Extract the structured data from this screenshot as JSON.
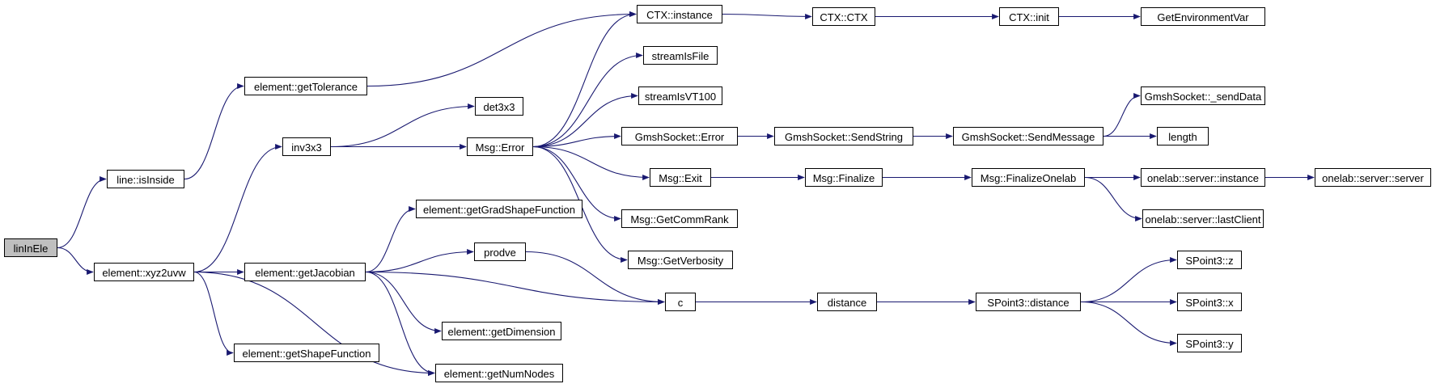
{
  "diagram": {
    "colors": {
      "edge": "#191970",
      "node_border": "#000000",
      "node_fill": "#ffffff",
      "root_fill": "#bfbfbf"
    },
    "nodes": [
      {
        "id": "linInEle",
        "label": "linInEle",
        "root": true
      },
      {
        "id": "isInside",
        "label": "line::isInside"
      },
      {
        "id": "xyz2uvw",
        "label": "element::xyz2uvw"
      },
      {
        "id": "getTolerance",
        "label": "element::getTolerance"
      },
      {
        "id": "inv3x3",
        "label": "inv3x3"
      },
      {
        "id": "getJacobian",
        "label": "element::getJacobian"
      },
      {
        "id": "getShapeFunction",
        "label": "element::getShapeFunction"
      },
      {
        "id": "getNumNodes",
        "label": "element::getNumNodes"
      },
      {
        "id": "det3x3",
        "label": "det3x3"
      },
      {
        "id": "msgError",
        "label": "Msg::Error"
      },
      {
        "id": "getGradShapeFunction",
        "label": "element::getGradShapeFunction"
      },
      {
        "id": "prodve",
        "label": "prodve"
      },
      {
        "id": "getDimension",
        "label": "element::getDimension"
      },
      {
        "id": "ctxInstance",
        "label": "CTX::instance"
      },
      {
        "id": "streamIsFile",
        "label": "streamIsFile"
      },
      {
        "id": "streamIsVT100",
        "label": "streamIsVT100"
      },
      {
        "id": "gsError",
        "label": "GmshSocket::Error"
      },
      {
        "id": "msgExit",
        "label": "Msg::Exit"
      },
      {
        "id": "getCommRank",
        "label": "Msg::GetCommRank"
      },
      {
        "id": "getVerbosity",
        "label": "Msg::GetVerbosity"
      },
      {
        "id": "c",
        "label": "c"
      },
      {
        "id": "ctxCtx",
        "label": "CTX::CTX"
      },
      {
        "id": "sendString",
        "label": "GmshSocket::SendString"
      },
      {
        "id": "msgFinalize",
        "label": "Msg::Finalize"
      },
      {
        "id": "distance",
        "label": "distance"
      },
      {
        "id": "ctxInit",
        "label": "CTX::init"
      },
      {
        "id": "sendMessage",
        "label": "GmshSocket::SendMessage"
      },
      {
        "id": "finalizeOnelab",
        "label": "Msg::FinalizeOnelab"
      },
      {
        "id": "sp3Distance",
        "label": "SPoint3::distance"
      },
      {
        "id": "getEnvVar",
        "label": "GetEnvironmentVar"
      },
      {
        "id": "sendData",
        "label": "GmshSocket::_sendData"
      },
      {
        "id": "length",
        "label": "length"
      },
      {
        "id": "olInstance",
        "label": "onelab::server::instance"
      },
      {
        "id": "olLastClient",
        "label": "onelab::server::lastClient"
      },
      {
        "id": "sp3z",
        "label": "SPoint3::z"
      },
      {
        "id": "sp3x",
        "label": "SPoint3::x"
      },
      {
        "id": "sp3y",
        "label": "SPoint3::y"
      },
      {
        "id": "olServer",
        "label": "onelab::server::server"
      }
    ],
    "edges": [
      [
        "linInEle",
        "isInside"
      ],
      [
        "linInEle",
        "xyz2uvw"
      ],
      [
        "isInside",
        "getTolerance"
      ],
      [
        "getTolerance",
        "ctxInstance"
      ],
      [
        "xyz2uvw",
        "inv3x3"
      ],
      [
        "xyz2uvw",
        "getJacobian"
      ],
      [
        "xyz2uvw",
        "getShapeFunction"
      ],
      [
        "xyz2uvw",
        "getNumNodes"
      ],
      [
        "inv3x3",
        "det3x3"
      ],
      [
        "inv3x3",
        "msgError"
      ],
      [
        "getJacobian",
        "getGradShapeFunction"
      ],
      [
        "getJacobian",
        "prodve"
      ],
      [
        "getJacobian",
        "c"
      ],
      [
        "getJacobian",
        "getDimension"
      ],
      [
        "getJacobian",
        "getNumNodes"
      ],
      [
        "prodve",
        "c"
      ],
      [
        "msgError",
        "ctxInstance"
      ],
      [
        "msgError",
        "streamIsFile"
      ],
      [
        "msgError",
        "streamIsVT100"
      ],
      [
        "msgError",
        "gsError"
      ],
      [
        "msgError",
        "msgExit"
      ],
      [
        "msgError",
        "getCommRank"
      ],
      [
        "msgError",
        "getVerbosity"
      ],
      [
        "ctxInstance",
        "ctxCtx"
      ],
      [
        "ctxCtx",
        "ctxInit"
      ],
      [
        "ctxInit",
        "getEnvVar"
      ],
      [
        "gsError",
        "sendString"
      ],
      [
        "sendString",
        "sendMessage"
      ],
      [
        "sendMessage",
        "sendData"
      ],
      [
        "sendMessage",
        "length"
      ],
      [
        "msgExit",
        "msgFinalize"
      ],
      [
        "msgFinalize",
        "finalizeOnelab"
      ],
      [
        "finalizeOnelab",
        "olInstance"
      ],
      [
        "finalizeOnelab",
        "olLastClient"
      ],
      [
        "olInstance",
        "olServer"
      ],
      [
        "c",
        "distance"
      ],
      [
        "distance",
        "sp3Distance"
      ],
      [
        "sp3Distance",
        "sp3z"
      ],
      [
        "sp3Distance",
        "sp3x"
      ],
      [
        "sp3Distance",
        "sp3y"
      ]
    ]
  }
}
